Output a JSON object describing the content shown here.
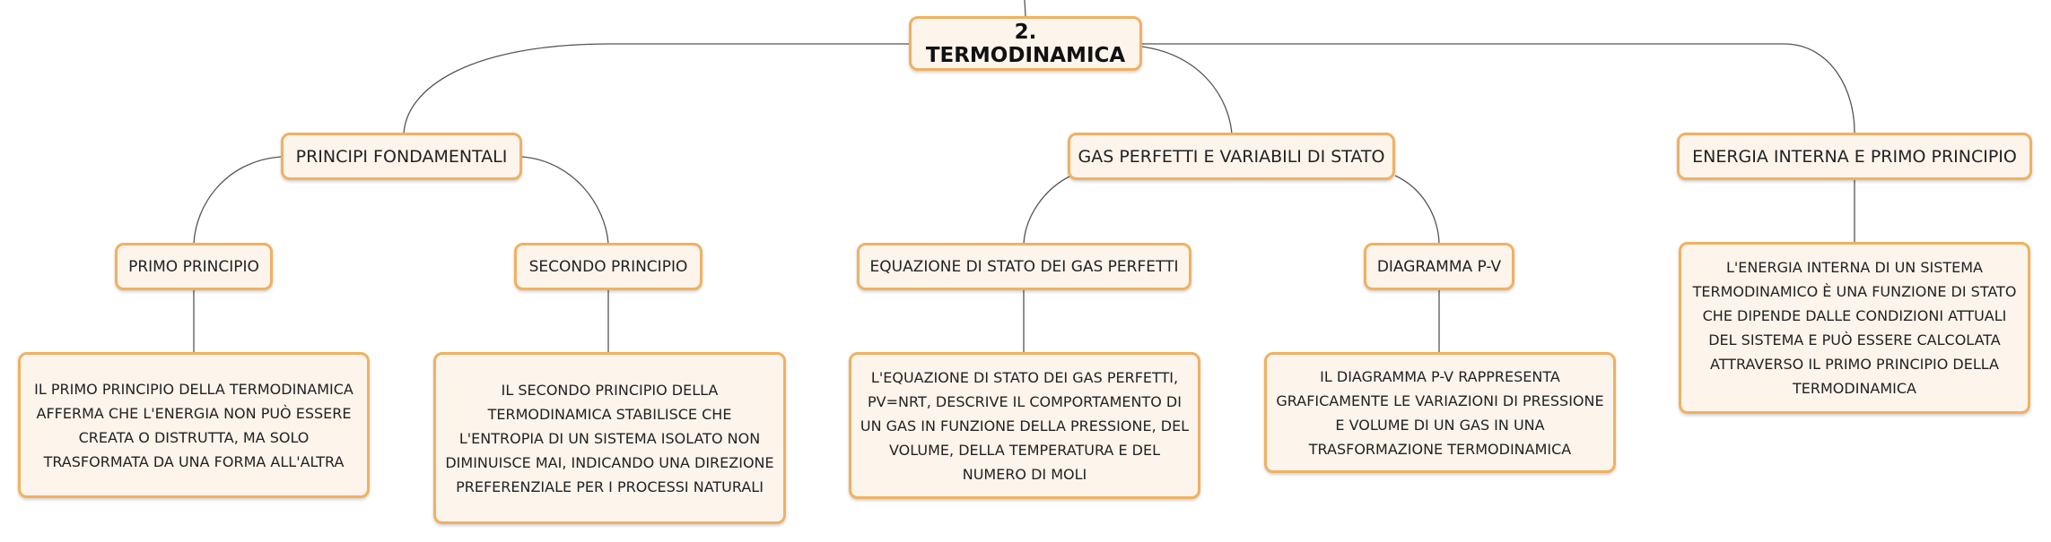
{
  "root": {
    "label": "2. TERMODINAMICA"
  },
  "branches": [
    {
      "label": "PRINCIPI FONDAMENTALI",
      "children": [
        {
          "label": "PRIMO PRINCIPIO",
          "detail": "IL PRIMO PRINCIPIO DELLA TERMODINAMICA AFFERMA CHE L'ENERGIA NON PUÒ ESSERE CREATA O DISTRUTTA, MA SOLO TRASFORMATA DA UNA FORMA ALL'ALTRA"
        },
        {
          "label": "SECONDO PRINCIPIO",
          "detail": "IL SECONDO PRINCIPIO DELLA TERMODINAMICA STABILISCE CHE L'ENTROPIA DI UN SISTEMA ISOLATO NON DIMINUISCE MAI, INDICANDO UNA DIREZIONE PREFERENZIALE PER I PROCESSI NATURALI"
        }
      ]
    },
    {
      "label": "GAS PERFETTI E VARIABILI DI STATO",
      "children": [
        {
          "label": "EQUAZIONE DI STATO DEI GAS PERFETTI",
          "detail": "L'EQUAZIONE DI STATO DEI GAS PERFETTI, PV=NRT, DESCRIVE IL COMPORTAMENTO DI UN GAS IN FUNZIONE DELLA PRESSIONE, DEL VOLUME, DELLA TEMPERATURA E DEL NUMERO DI MOLI"
        },
        {
          "label": "DIAGRAMMA P-V",
          "detail": "IL DIAGRAMMA P-V RAPPRESENTA GRAFICAMENTE LE VARIAZIONI DI PRESSIONE E VOLUME DI UN GAS IN UNA TRASFORMAZIONE TERMODINAMICA"
        }
      ]
    },
    {
      "label": "ENERGIA INTERNA E PRIMO PRINCIPIO",
      "detail": "L'ENERGIA INTERNA DI UN SISTEMA TERMODINAMICO È UNA FUNZIONE DI STATO CHE DIPENDE DALLE CONDIZIONI ATTUALI DEL SISTEMA E PUÒ ESSERE CALCOLATA ATTRAVERSO IL PRIMO PRINCIPIO DELLA TERMODINAMICA"
    }
  ],
  "colors": {
    "border": "#f1b060",
    "fill": "#fdf4ec",
    "line": "#555555"
  }
}
